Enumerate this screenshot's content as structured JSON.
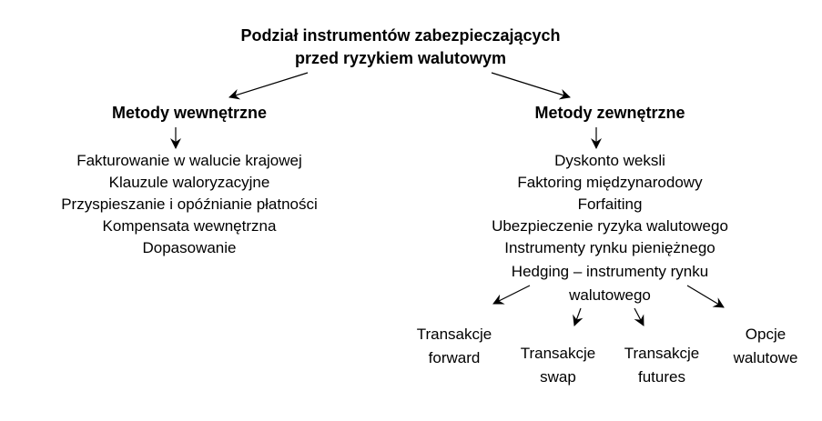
{
  "diagram": {
    "title": {
      "line1": "Podział instrumentów zabezpieczających",
      "line2": "przed ryzykiem walutowym"
    },
    "internal": {
      "label": "Metody wewnętrzne",
      "items": [
        "Fakturowanie w walucie krajowej",
        "Klauzule waloryzacyjne",
        "Przyspieszanie i opóźnianie płatności",
        "Kompensata wewnętrzna",
        "Dopasowanie"
      ]
    },
    "external": {
      "label": "Metody zewnętrzne",
      "items": [
        "Dyskonto weksli",
        "Faktoring międzynarodowy",
        "Forfaiting",
        "Ubezpieczenie ryzyka walutowego",
        "Instrumenty rynku pieniężnego",
        "Hedging – instrumenty rynku",
        "walutowego"
      ]
    },
    "hedging_children": [
      {
        "line1": "Transakcje",
        "line2": "forward"
      },
      {
        "line1": "Transakcje",
        "line2": "swap"
      },
      {
        "line1": "Transakcje",
        "line2": "futures"
      },
      {
        "line1": "Opcje",
        "line2": "walutowe"
      }
    ]
  }
}
